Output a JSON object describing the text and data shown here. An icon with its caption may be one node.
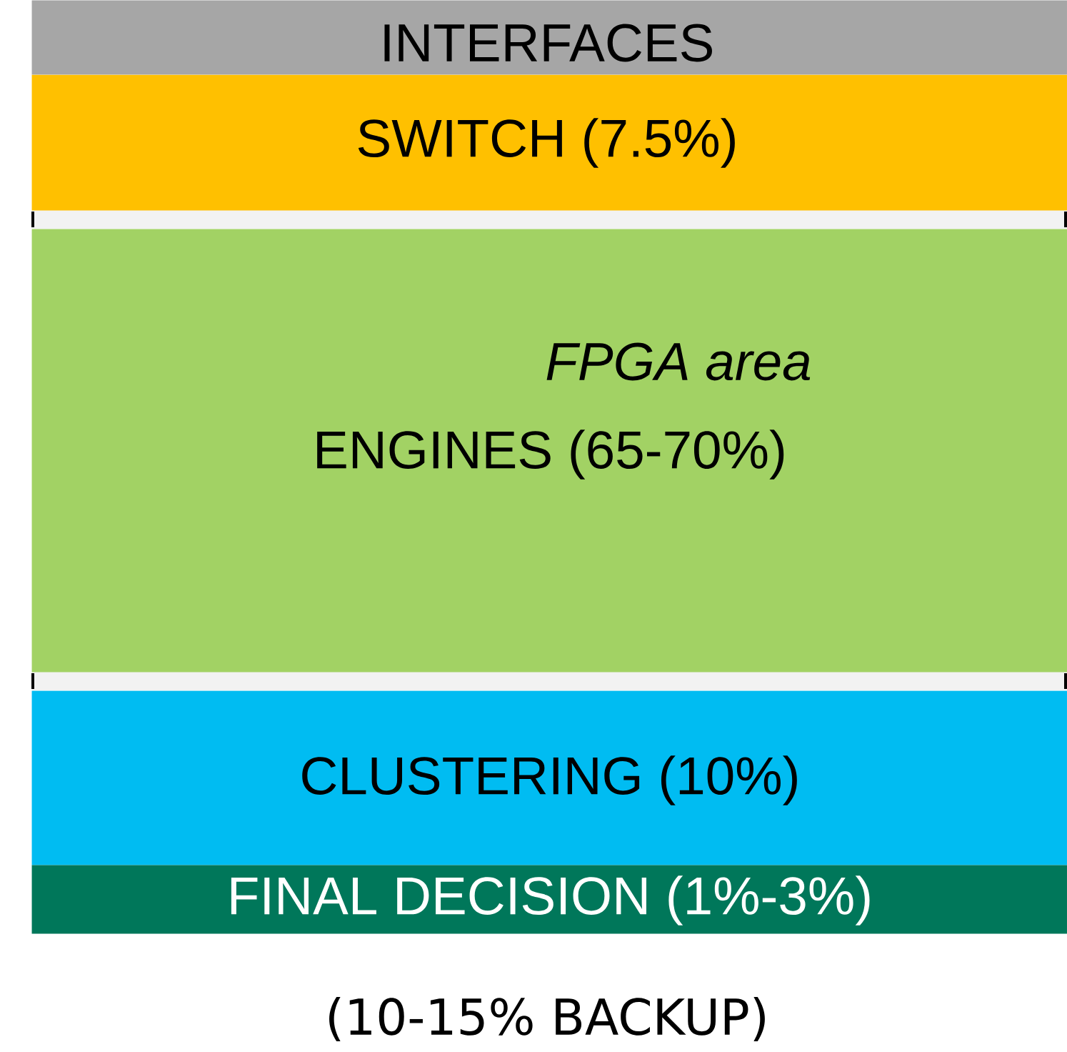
{
  "diagram": {
    "nodes": [
      {
        "text": [
          "INTERFACES"
        ]
      },
      {
        "text": [
          "SWITCH  (7.5%)"
        ]
      },
      {
        "text": [
          "FPGA area",
          "ENGINES (65-70%)"
        ]
      },
      {
        "text": [
          "CLUSTERING (10%)"
        ]
      },
      {
        "text": [
          "FINAL DECISION (1%-3%)"
        ]
      }
    ],
    "labels": [
      "(10-15% BACKUP)"
    ]
  }
}
